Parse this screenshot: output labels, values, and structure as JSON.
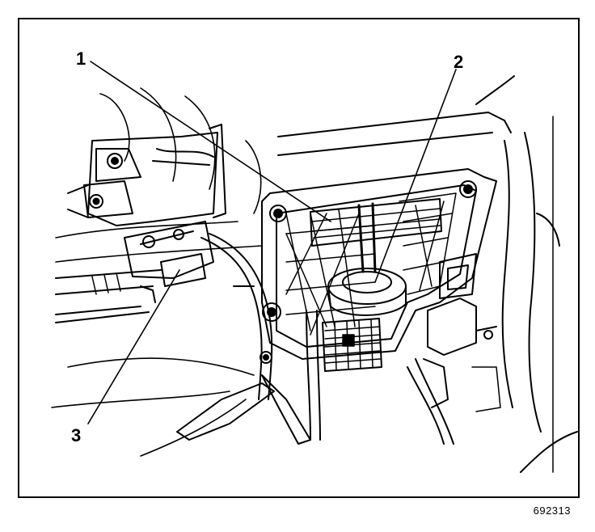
{
  "callouts": {
    "one": "1",
    "two": "2",
    "three": "3"
  },
  "figure_id": "692313",
  "colors": {
    "ink": "#000000",
    "paper": "#ffffff"
  }
}
